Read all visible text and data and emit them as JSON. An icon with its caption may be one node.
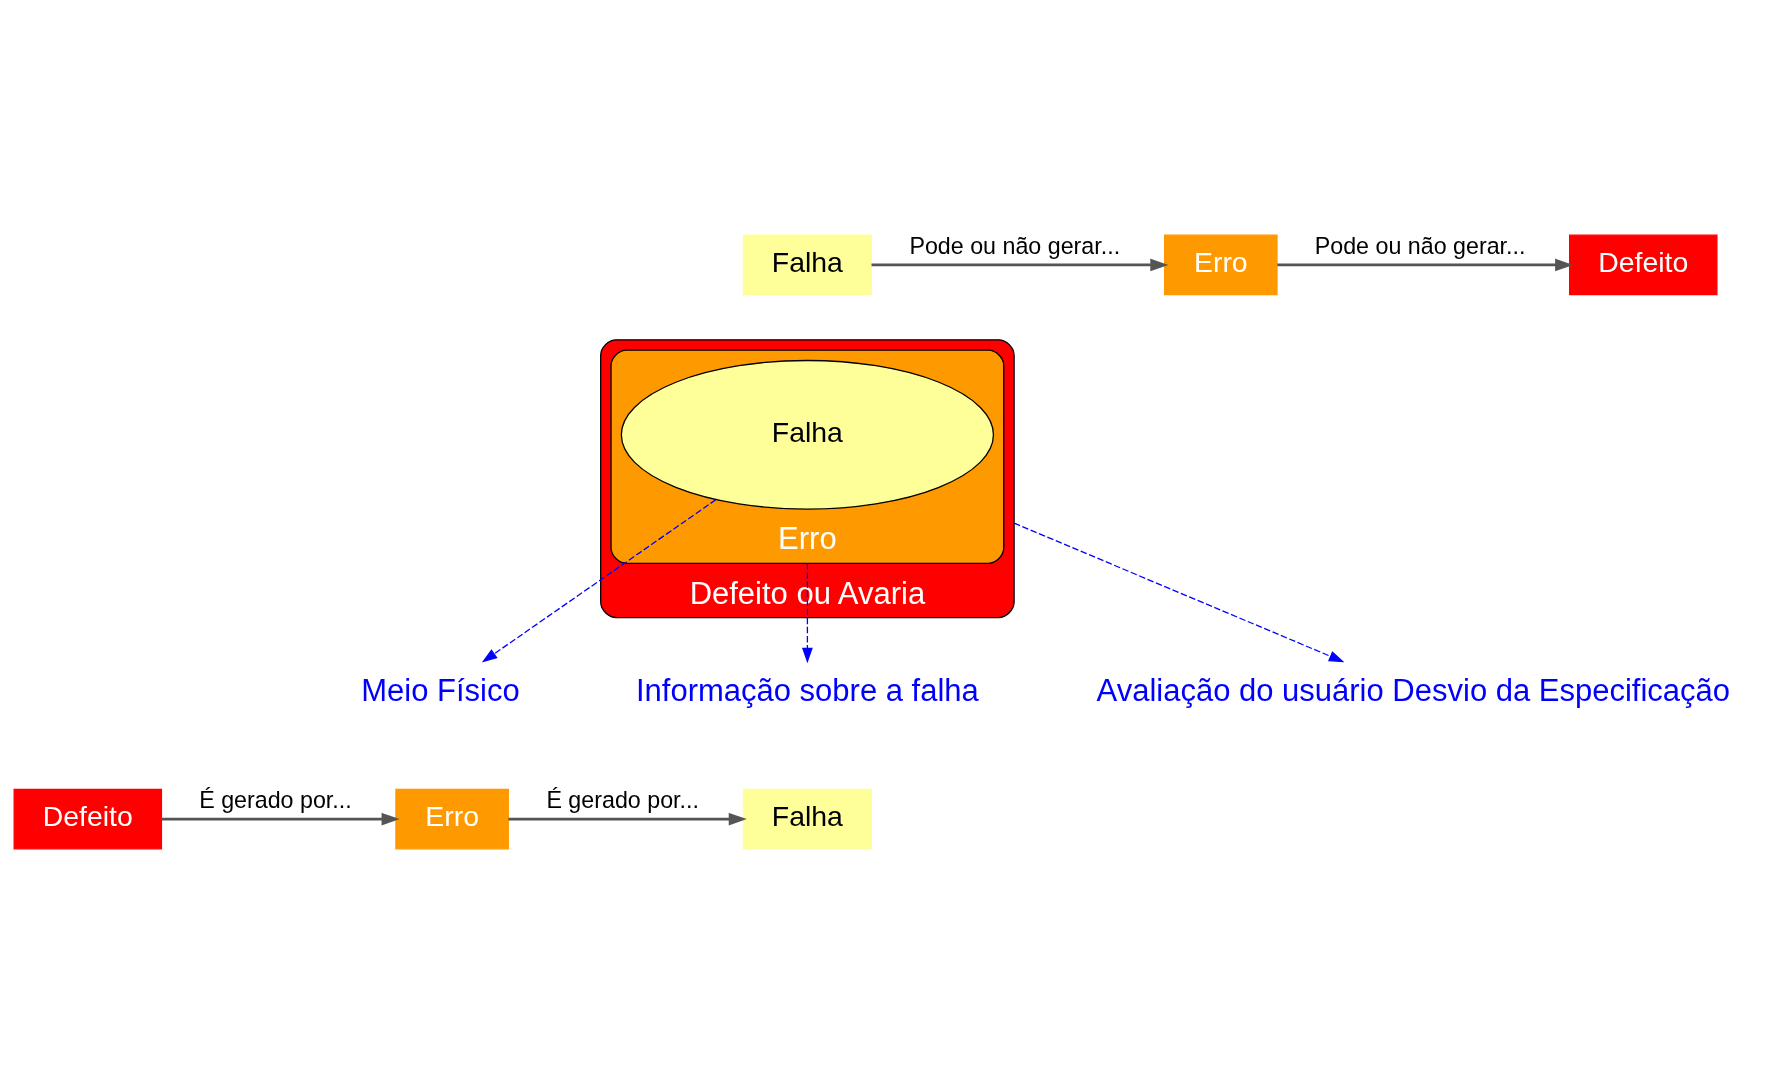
{
  "diagram": {
    "nodes": [
      {
        "text": [
          "Falha"
        ]
      },
      {
        "text": [
          "Erro"
        ]
      },
      {
        "text": [
          "Defeito"
        ]
      },
      {
        "text": [
          "Defeito ou Avaria"
        ]
      },
      {
        "text": [
          "Erro"
        ],
        "in": 3
      },
      {
        "text": [
          "Falha"
        ],
        "in": 4
      },
      {
        "text": [
          "Meio Físico"
        ]
      },
      {
        "text": [
          "Informação sobre a falha"
        ]
      },
      {
        "text": [
          "Avaliação do usuário Desvio da Especificação"
        ]
      },
      {
        "text": [
          "Falha"
        ]
      },
      {
        "text": [
          "Erro"
        ]
      },
      {
        "text": [
          "Defeito"
        ]
      }
    ],
    "edges": [
      {
        "from": 0,
        "to": 1,
        "arrow": "to",
        "label": "Pode ou não gerar..."
      },
      {
        "from": 1,
        "to": 2,
        "arrow": "to",
        "label": "Pode ou não gerar..."
      },
      {
        "from": 5,
        "to": 6,
        "arrow": "to",
        "style": "dashed",
        "color": "#0000ff"
      },
      {
        "from": 4,
        "to": 7,
        "arrow": "to",
        "style": "dashed",
        "color": "#0000ff"
      },
      {
        "from": 3,
        "to": 8,
        "arrow": "to",
        "style": "dashed",
        "color": "#0000ff"
      },
      {
        "from": 11,
        "to": 10,
        "arrow": "to",
        "label": "É gerado por..."
      },
      {
        "from": 10,
        "to": 9,
        "arrow": "to",
        "label": "É gerado por..."
      }
    ]
  }
}
